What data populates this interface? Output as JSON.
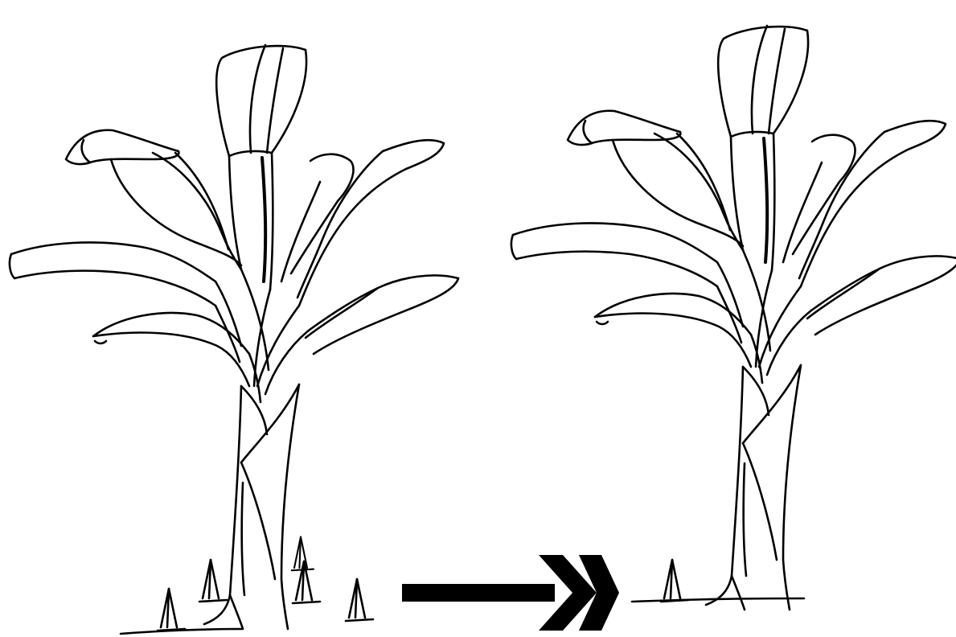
{
  "figure": {
    "panels": [
      {
        "id": "before",
        "shoot_count": 5
      },
      {
        "id": "after",
        "shoot_count": 1
      }
    ],
    "arrow": {
      "type": "double-chevron",
      "direction": "right"
    },
    "colors": {
      "ink": "#000000",
      "background": "#ffffff"
    }
  }
}
